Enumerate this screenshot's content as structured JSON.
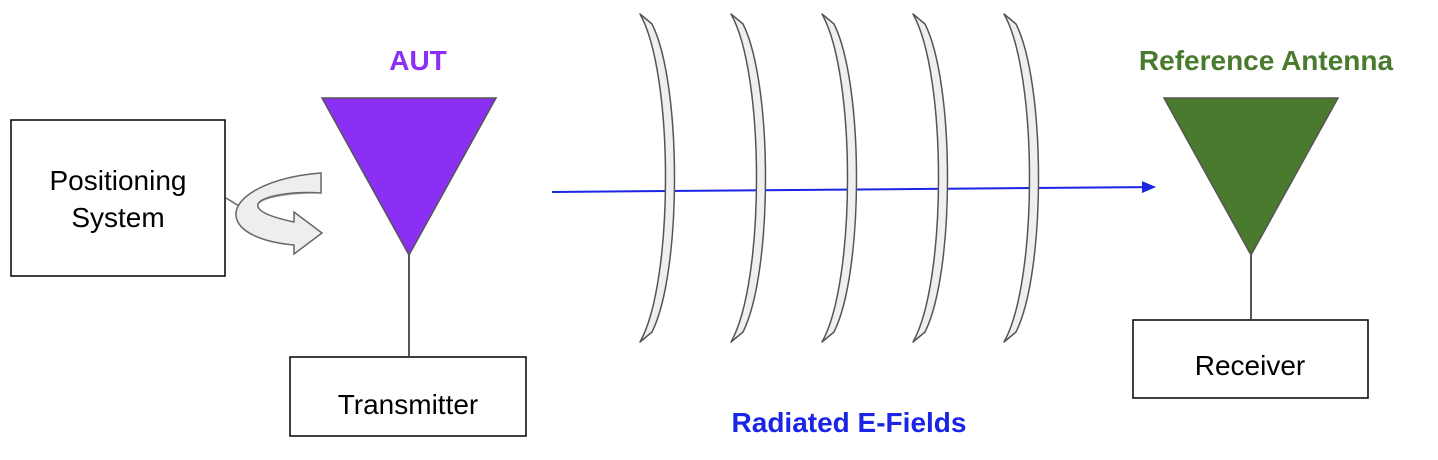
{
  "colors": {
    "aut": "#8b2ff5",
    "reference": "#4a7a2e",
    "field_label": "#1a25e6",
    "arrow": "#1a25e6",
    "wavefront_fill": "#efefef",
    "wavefront_stroke": "#555555",
    "rotation_fill": "#eeeeee"
  },
  "icons": {
    "rotation": "rotation-arrow-icon",
    "aut_antenna": "triangle-antenna-icon",
    "reference_antenna": "triangle-antenna-icon"
  },
  "positioning_system": {
    "line1": "Positioning",
    "line2": "System"
  },
  "aut": {
    "label": "AUT"
  },
  "transmitter": {
    "label": "Transmitter"
  },
  "field": {
    "label": "Radiated E-Fields",
    "wavefront_count": 5
  },
  "reference_antenna": {
    "label": "Reference Antenna"
  },
  "receiver": {
    "label": "Receiver"
  }
}
